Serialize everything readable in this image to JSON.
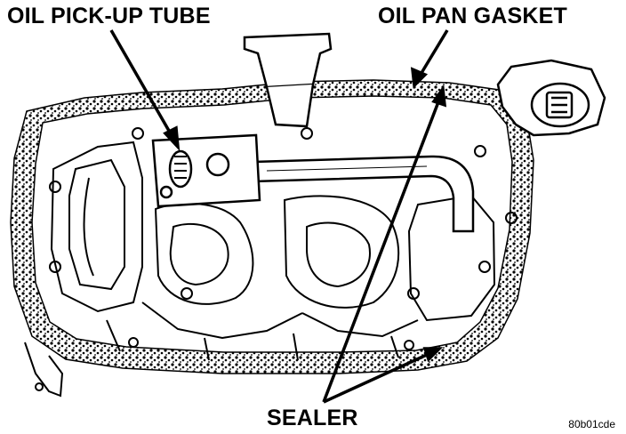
{
  "labels": {
    "pickup_tube": "OIL PICK-UP TUBE",
    "pan_gasket": "OIL PAN GASKET",
    "sealer": "SEALER"
  },
  "figure_id": "80b01cde",
  "colors": {
    "ink": "#000000",
    "paper": "#ffffff"
  }
}
